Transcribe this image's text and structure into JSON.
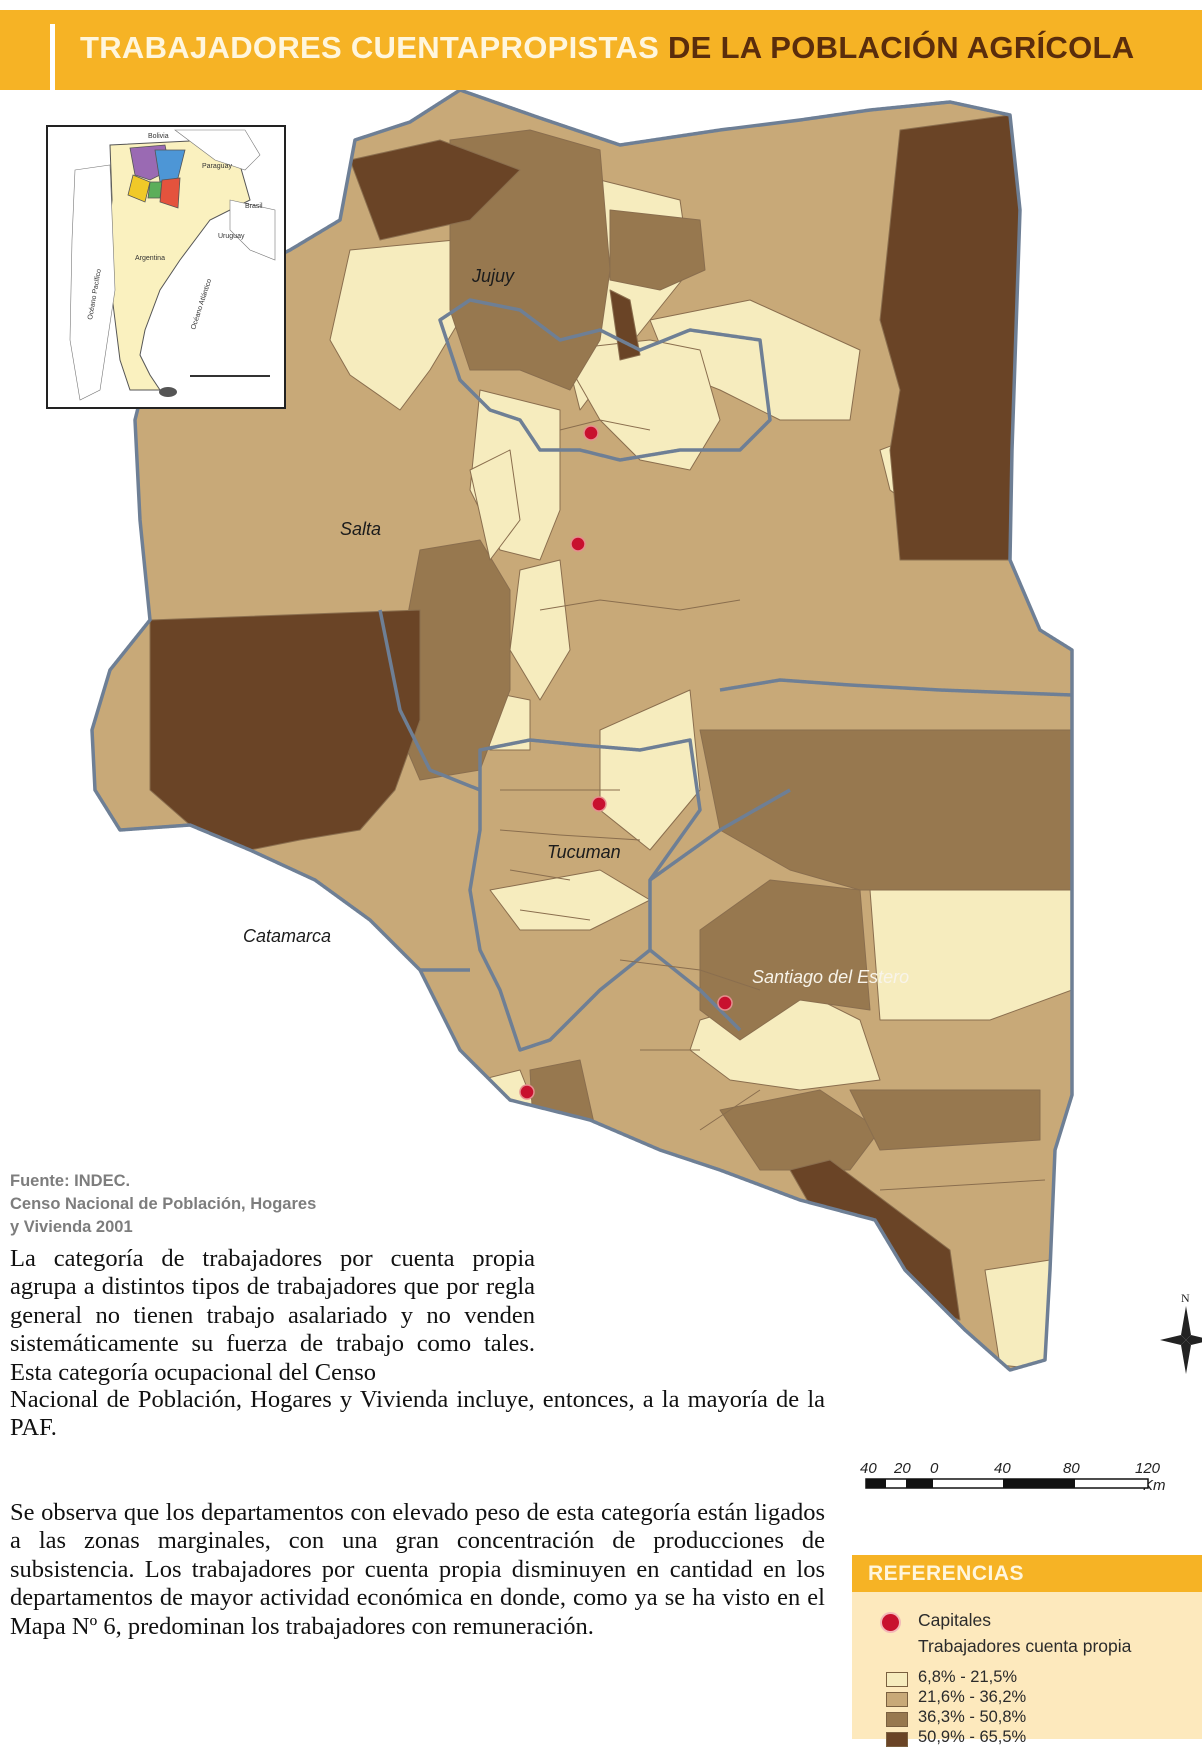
{
  "header": {
    "title_accent": "TRABAJADORES CUENTAPROPISTAS",
    "title_rest": " DE LA POBLACIÓN AGRÍCOLA"
  },
  "colors": {
    "header_bg": "#f6b325",
    "class_1": "#f6ecbe",
    "class_2": "#c8a978",
    "class_3": "#97784f",
    "class_4": "#6a4426",
    "capital": "#c8102e",
    "province_border": "#6e7f95"
  },
  "map": {
    "provinces": [
      {
        "name": "Jujuy",
        "class": 3
      },
      {
        "name": "Salta",
        "class": 2
      },
      {
        "name": "Catamarca",
        "class": 3
      },
      {
        "name": "Tucuman",
        "class": 2
      },
      {
        "name": "Santiago del Estero",
        "class": 2
      }
    ],
    "capitals_count": 5,
    "inset": {
      "labels": [
        "Bolivia",
        "Paraguay",
        "Brasil",
        "Uruguay",
        "Argentina",
        "Océano Pacífico",
        "Océano Atlántico"
      ]
    },
    "north_label": "N"
  },
  "source": {
    "line1": "Fuente: INDEC.",
    "line2": "Censo Nacional de Población, Hogares",
    "line3": "y Vivienda 2001"
  },
  "text": {
    "p1": "La categoría de trabajadores por cuenta propia agrupa a distintos tipos de trabajadores que por regla general no tienen trabajo asalariado y no venden sistemáticamente su fuerza de trabajo como tales. Esta categoría ocupacional del Censo",
    "p2": "Nacional de Población, Hogares y Vivienda incluye, entonces, a la mayoría de la PAF.",
    "p3": "Se observa que los departamentos con elevado peso de esta categoría están ligados a las zonas marginales, con una gran concentración de producciones de subsistencia. Los trabajadores por cuenta propia disminuyen en cantidad en los departamentos de mayor actividad económica en donde, como ya se ha visto en el Mapa Nº 6, predominan los trabajadores con remuneración."
  },
  "scale": {
    "ticks": [
      "40",
      "20",
      "0",
      "40",
      "80",
      "120"
    ],
    "unit": "Km"
  },
  "legend": {
    "title": "REFERENCIAS",
    "capitals_label": "Capitales",
    "subtitle": "Trabajadores cuenta propia",
    "classes": [
      {
        "range": "6,8% - 21,5%",
        "color": "#f6ecbe"
      },
      {
        "range": "21,6% - 36,2%",
        "color": "#c8a978"
      },
      {
        "range": "36,3% - 50,8%",
        "color": "#97784f"
      },
      {
        "range": "50,9% - 65,5%",
        "color": "#6a4426"
      }
    ]
  }
}
